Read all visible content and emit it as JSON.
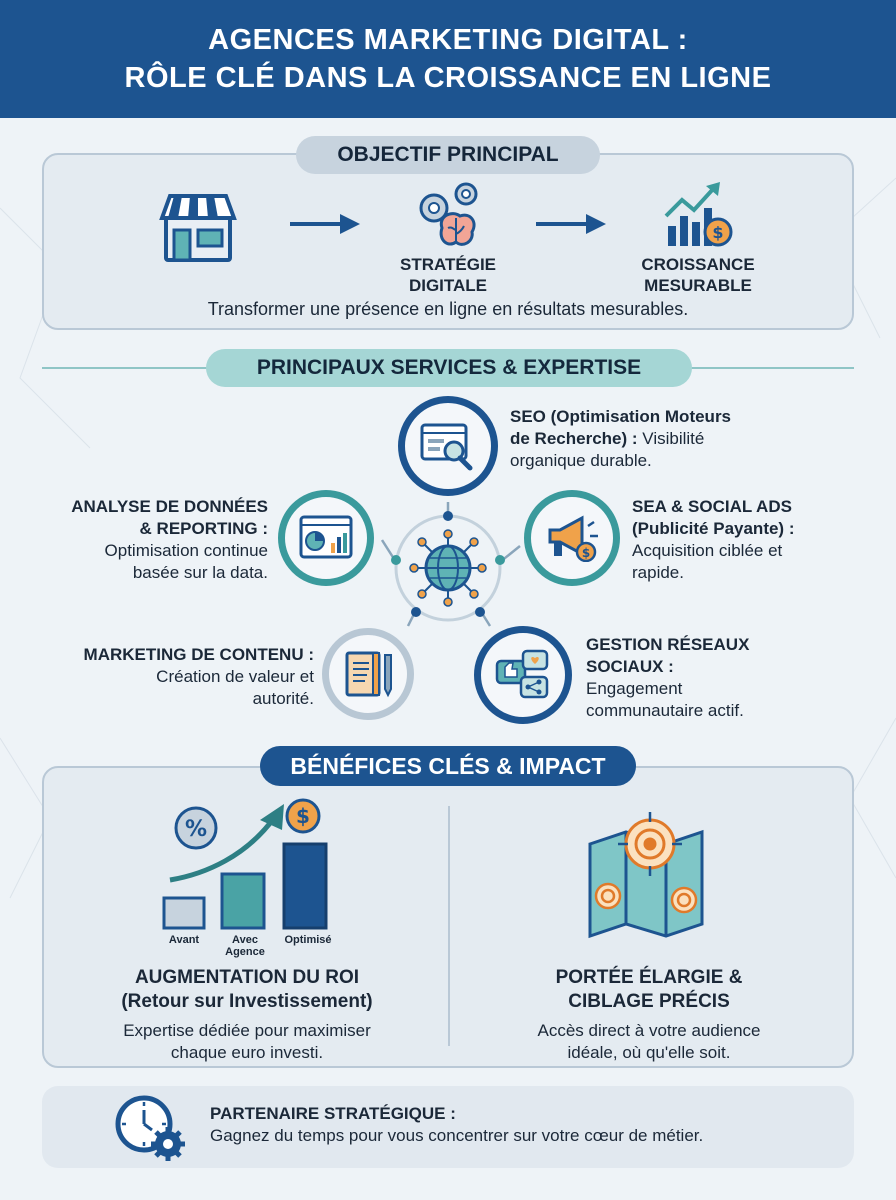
{
  "header": {
    "title_line1": "AGENCES MARKETING DIGITAL :",
    "title_line2": "RÔLE CLÉ DANS LA CROISSANCE EN LIGNE"
  },
  "objective": {
    "pill": "OBJECTIF PRINCIPAL",
    "step2_line1": "STRATÉGIE",
    "step2_line2": "DIGITALE",
    "step3_line1": "CROISSANCE",
    "step3_line2": "MESURABLE",
    "caption": "Transformer une présence en ligne en résultats mesurables."
  },
  "services": {
    "pill": "PRINCIPAUX SERVICES & EXPERTISE",
    "seo": {
      "title_line1": "SEO (Optimisation Moteurs",
      "title_line2": "de Recherche) :",
      "text_inline": "Visibilité",
      "text_line3": "organique durable."
    },
    "sea": {
      "title_line1": "SEA & SOCIAL ADS",
      "title_line2": "(Publicité Payante) :",
      "text_line3": "Acquisition ciblée et",
      "text_line4": "rapide."
    },
    "analytics": {
      "title_line1": "ANALYSE DE DONNÉES",
      "title_line2": "& REPORTING :",
      "text_line3": "Optimisation continue",
      "text_line4": "basée sur la data."
    },
    "content": {
      "title_line1": "MARKETING DE CONTENU :",
      "text_line2": "Création de valeur et",
      "text_line3": "autorité."
    },
    "social": {
      "title_line1": "GESTION RÉSEAUX",
      "title_line2": "SOCIAUX :",
      "text_line3": "Engagement",
      "text_line4": "communautaire actif."
    }
  },
  "benefits": {
    "pill": "BÉNÉFICES CLÉS & IMPACT",
    "roi": {
      "bar_label_1": "Avant",
      "bar_label_2_line1": "Avec",
      "bar_label_2_line2": "Agence",
      "bar_label_3": "Optimisé",
      "title_line1": "AUGMENTATION DU ROI",
      "title_line2": "(Retour sur Investissement)",
      "text_line1": "Expertise dédiée pour maximiser",
      "text_line2": "chaque euro investi."
    },
    "reach": {
      "title_line1": "PORTÉE ÉLARGIE &",
      "title_line2": "CIBLAGE PRÉCIS",
      "text_line1": "Accès direct à votre audience",
      "text_line2": "idéale, où qu'elle soit."
    }
  },
  "partner": {
    "title": "PARTENAIRE STRATÉGIQUE :",
    "text": "Gagnez du temps pour vous concentrer sur votre cœur de métier."
  },
  "colors": {
    "navy": "#1d5490",
    "teal": "#3a9a9c",
    "orange": "#f0a24a",
    "panel": "#e4ebf1"
  }
}
